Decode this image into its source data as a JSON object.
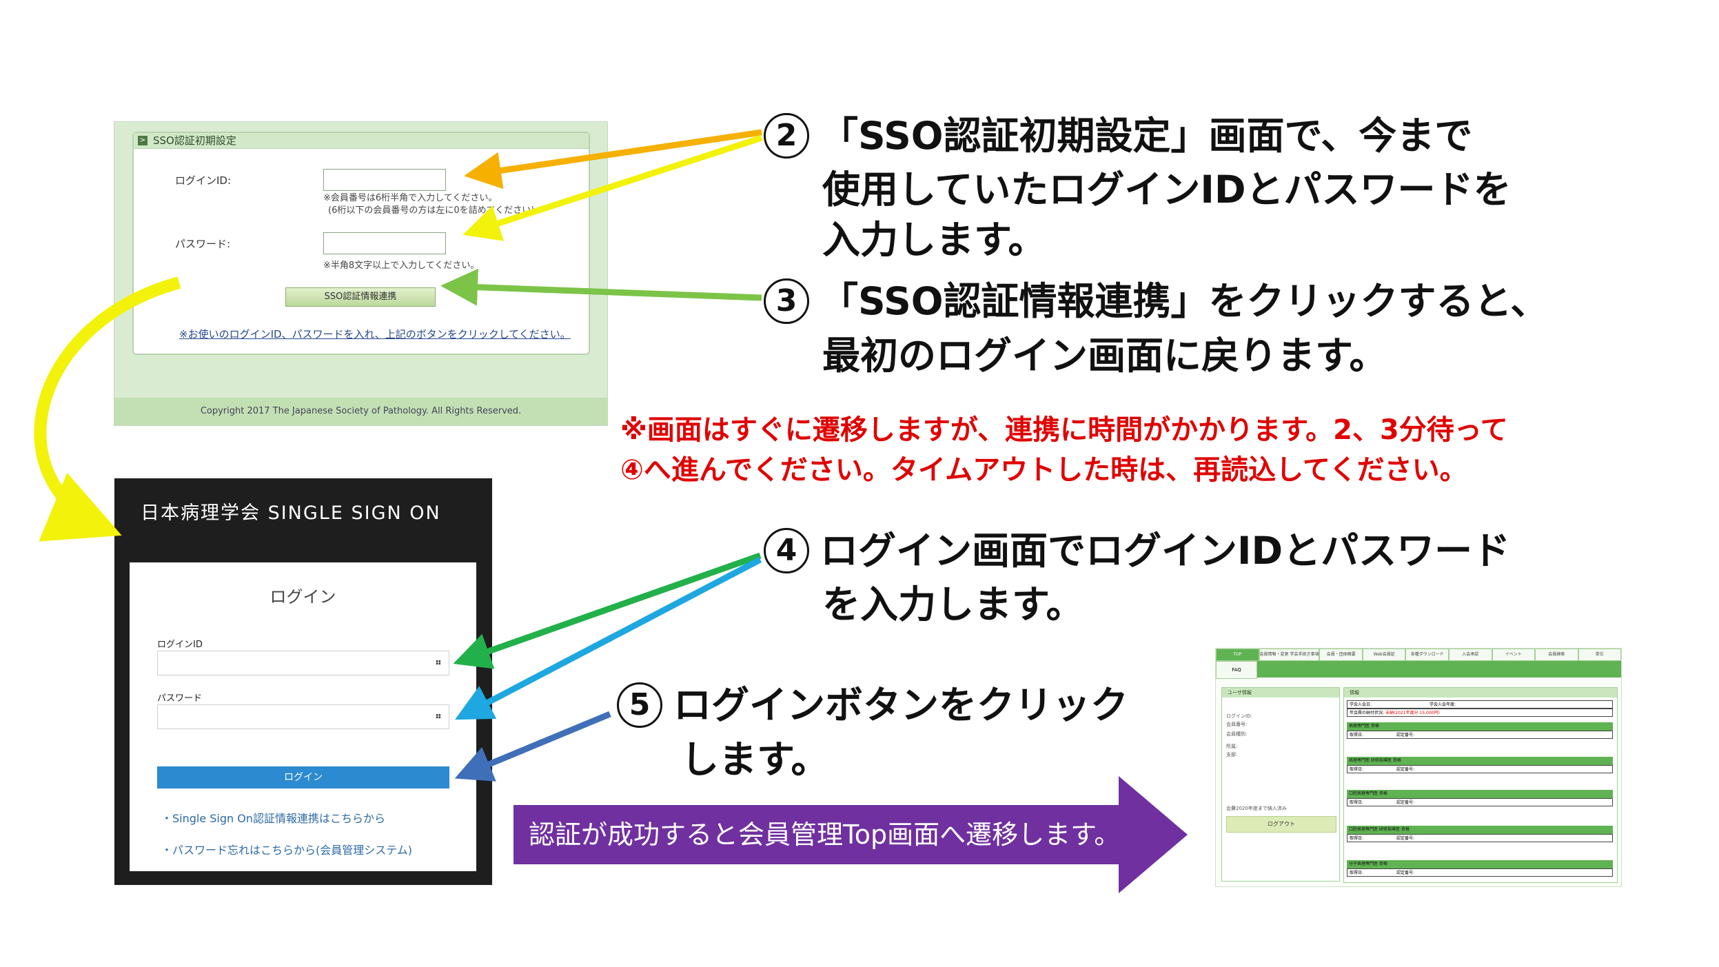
{
  "sso_setup": {
    "header": "SSO認証初期設定",
    "login_id_label": "ログインID:",
    "login_id_note_line1": "※会員番号は6桁半角で入力してください。",
    "login_id_note_line2": "(6桁以下の会員番号の方は左に0を詰めてください)",
    "password_label": "パスワード:",
    "password_note": "※半角8文字以上で入力してください。",
    "link_button_label": "SSO認証情報連携",
    "help_text": "※お使いのログインID、パスワードを入れ、上記のボタンをクリックしてください。",
    "footer": "Copyright 2017 The Japanese Society of Pathology. All Rights Reserved."
  },
  "sso_login": {
    "title": "日本病理学会 SINGLE SIGN ON",
    "heading": "ログイン",
    "login_id_label": "ログインID",
    "password_label": "パスワード",
    "field_icon": "⠶",
    "login_button": "ログイン",
    "link_sso": "・Single Sign On認証情報連携はこちらから",
    "link_password": "・パスワード忘れはこちらから(会員管理システム)"
  },
  "steps": {
    "step2": {
      "num": "2",
      "line1": "「SSO認証初期設定」画面で、今まで",
      "line2": "使用していたログインIDとパスワードを",
      "line3": "入力します。"
    },
    "step3": {
      "num": "3",
      "line1": "「SSO認証情報連携」をクリックすると、",
      "line2": "最初のログイン画面に戻ります。"
    },
    "note_line1": "※画面はすぐに遷移しますが、連携に時間がかかります。2、3分待って",
    "note_line2": "④へ進んでください。タイムアウトした時は、再読込してください。",
    "step4": {
      "num": "4",
      "line1": "ログイン画面でログインIDとパスワード",
      "line2": "を入力します。"
    },
    "step5": {
      "num": "5",
      "line1": "ログインボタンをクリック",
      "line2": "します。"
    },
    "banner": "認証が成功すると会員管理Top画面へ遷移します。"
  },
  "member_top": {
    "nav": [
      "TOP",
      "会員情報・変更 学会手続き事項",
      "会員・団体概要",
      "Web会員証",
      "各種ダウンロード",
      "入会承認",
      "イベント",
      "会員検索",
      "単位"
    ],
    "faq": "FAQ",
    "user_panel_header": "ユーザ情報",
    "user_items": [
      "ログインID:",
      "会員番号:",
      "会員種別:",
      "所属:",
      "支部:"
    ],
    "fee_note": "会費2020年度まで納入済み",
    "logout": "ログアウト",
    "info_header": "情報",
    "info_row1": "学会入会日:　　　　　　　　　　　　　　学会入会年度:",
    "info_row2_label": "年会費の納付状況:",
    "info_row2_value": "未納(2021年度分 15,000円)",
    "sections": [
      "病理専門医 資格",
      "病理専門医 研修指導医 資格",
      "口腔病理専門医 資格",
      "口腔病理専門医 研修指導医 資格",
      "分子病理専門医 資格"
    ],
    "section_row": "取得日:　　　　　　　　認定番号:"
  },
  "colors": {
    "arrow_step2": "#f5b000",
    "arrow_step2b": "#f2f20a",
    "arrow_step3": "#7cc447",
    "arrow_curve": "#f2f20a",
    "arrow_step4a": "#22b04a",
    "arrow_step4b": "#1ea7e0",
    "arrow_step5": "#3f6fb8",
    "banner": "#7030a0",
    "note": "#e00000"
  }
}
